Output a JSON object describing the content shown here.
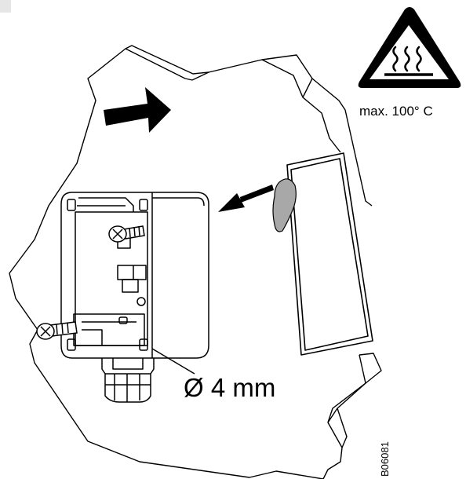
{
  "warning": {
    "icon": "hot-surface-warning-icon",
    "label": "max. 100° C"
  },
  "cable_diameter_label": "Ø 4 mm",
  "drawing_code": "B06081",
  "colors": {
    "line": "#000000",
    "background": "#ffffff",
    "paste": "#a8a8a8",
    "marker": "#e6e6e6"
  }
}
